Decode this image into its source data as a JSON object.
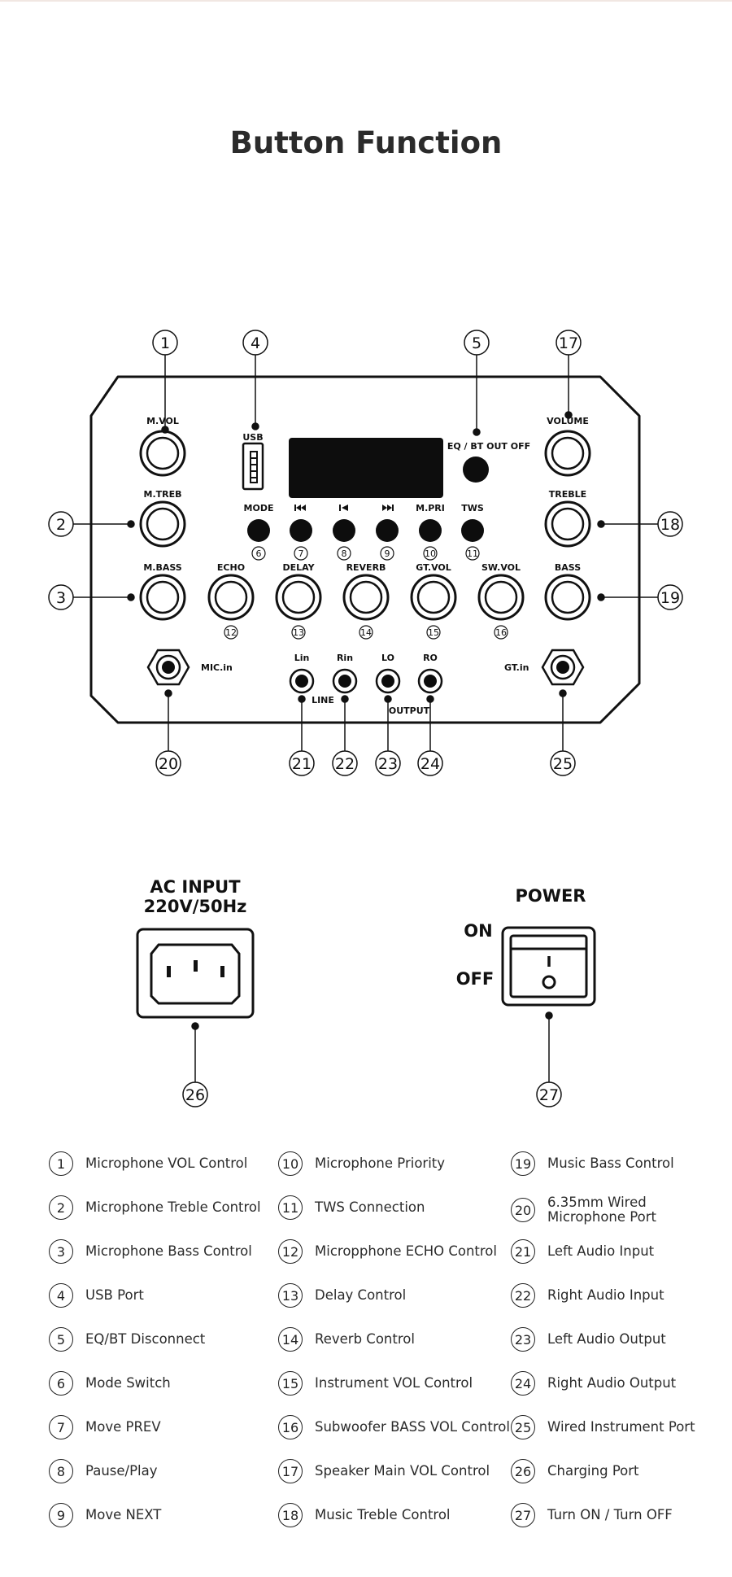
{
  "title": "Button Function",
  "panel": {
    "labels": {
      "mvol": "M.VOL",
      "usb": "USB",
      "eq_bt": "EQ / BT OUT OFF",
      "volume": "VOLUME",
      "mtreb": "M.TREB",
      "mode": "MODE",
      "mpri": "M.PRI",
      "tws": "TWS",
      "treble": "TREBLE",
      "mbass": "M.BASS",
      "echo": "ECHO",
      "delay": "DELAY",
      "reverb": "REVERB",
      "gtvol": "GT.VOL",
      "swvol": "SW.VOL",
      "bass": "BASS",
      "micin": "MIC.in",
      "gtin": "GT.in",
      "lin": "Lin",
      "rin": "Rin",
      "lo": "LO",
      "ro": "RO",
      "line": "LINE",
      "output": "OUTPUT"
    },
    "callouts": [
      "1",
      "2",
      "3",
      "4",
      "5",
      "6",
      "7",
      "8",
      "9",
      "10",
      "11",
      "12",
      "13",
      "14",
      "15",
      "16",
      "17",
      "18",
      "19",
      "20",
      "21",
      "22",
      "23",
      "24",
      "25",
      "26",
      "27"
    ],
    "transport_icons": [
      "prev-icon",
      "play-pause-icon",
      "next-icon"
    ]
  },
  "ac_input": {
    "line1": "AC INPUT",
    "line2": "220V/50Hz"
  },
  "power": {
    "title": "POWER",
    "on": "ON",
    "off": "OFF"
  },
  "legend": [
    {
      "num": "1",
      "text": "Microphone VOL Control"
    },
    {
      "num": "2",
      "text": "Microphone Treble Control"
    },
    {
      "num": "3",
      "text": "Microphone Bass Control"
    },
    {
      "num": "4",
      "text": "USB Port"
    },
    {
      "num": "5",
      "text": "EQ/BT Disconnect"
    },
    {
      "num": "6",
      "text": "Mode Switch"
    },
    {
      "num": "7",
      "text": "Move PREV"
    },
    {
      "num": "8",
      "text": "Pause/Play"
    },
    {
      "num": "9",
      "text": "Move NEXT"
    },
    {
      "num": "10",
      "text": "Microphone Priority"
    },
    {
      "num": "11",
      "text": "TWS Connection"
    },
    {
      "num": "12",
      "text": "Micropphone ECHO Control"
    },
    {
      "num": "13",
      "text": "Delay Control"
    },
    {
      "num": "14",
      "text": "Reverb Control"
    },
    {
      "num": "15",
      "text": "Instrument VOL Control"
    },
    {
      "num": "16",
      "text": "Subwoofer BASS VOL Control"
    },
    {
      "num": "17",
      "text": "Speaker Main VOL Control"
    },
    {
      "num": "18",
      "text": "Music Treble Control"
    },
    {
      "num": "19",
      "text": "Music Bass Control"
    },
    {
      "num": "20",
      "text": "6.35mm Wired\nMicrophone Port"
    },
    {
      "num": "21",
      "text": "Left Audio Input"
    },
    {
      "num": "22",
      "text": "Right Audio Input"
    },
    {
      "num": "23",
      "text": "Left Audio Output"
    },
    {
      "num": "24",
      "text": "Right Audio Output"
    },
    {
      "num": "25",
      "text": "Wired Instrument Port"
    },
    {
      "num": "26",
      "text": "Charging Port"
    },
    {
      "num": "27",
      "text": "Turn ON / Turn OFF"
    }
  ]
}
